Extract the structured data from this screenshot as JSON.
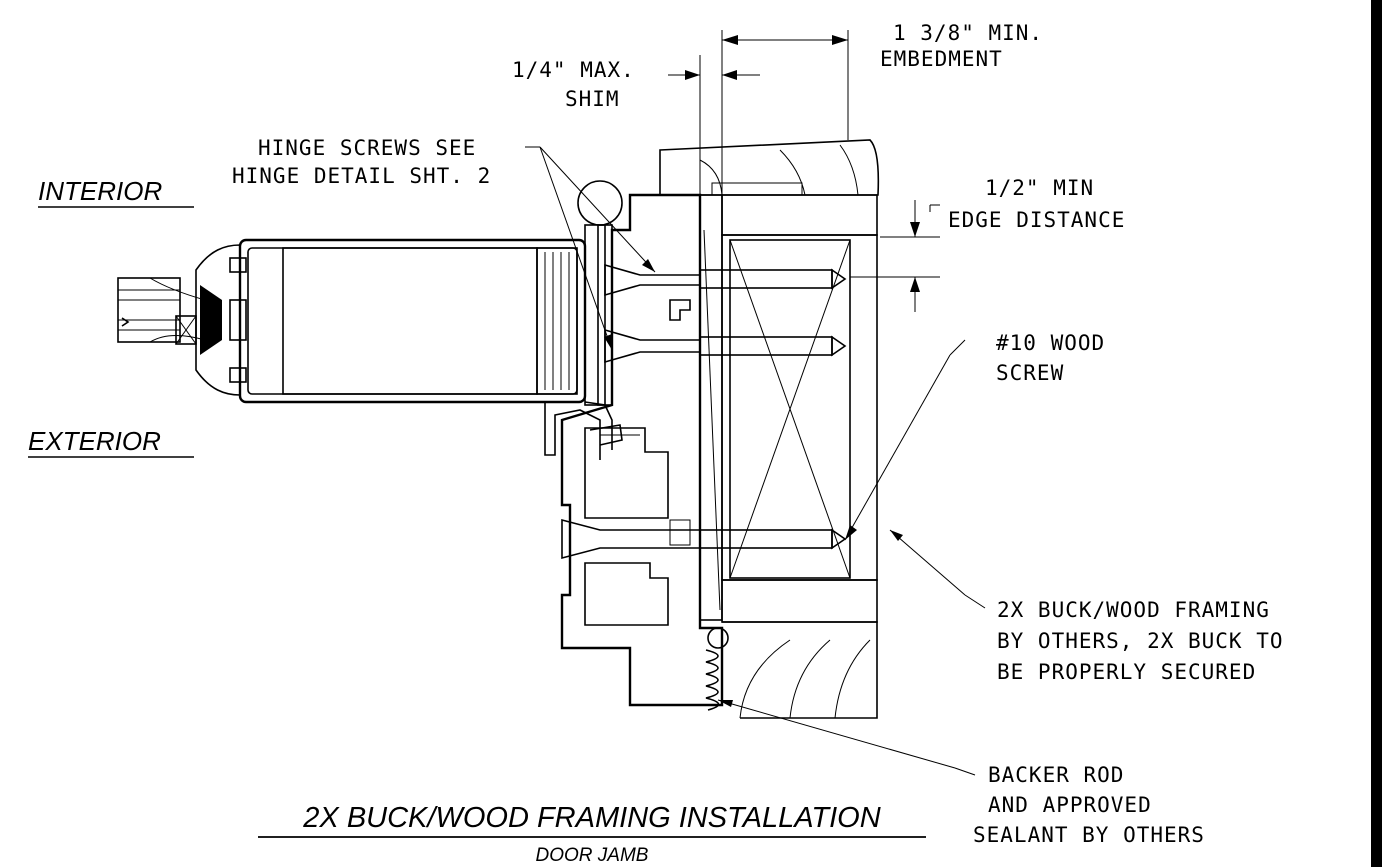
{
  "labels": {
    "interior": "INTERIOR",
    "exterior": "EXTERIOR",
    "shim_line1": "1/4\" MAX.",
    "shim_line2": "SHIM",
    "embed_line1": "1 3/8\" MIN.",
    "embed_line2": "EMBEDMENT",
    "hinge_line1": "HINGE SCREWS SEE",
    "hinge_line2": "HINGE DETAIL SHT. 2",
    "edge_line1": "1/2\" MIN",
    "edge_line2": "EDGE DISTANCE",
    "screw_line1": "#10 WOOD",
    "screw_line2": "SCREW",
    "buck_line1": "2X BUCK/WOOD FRAMING",
    "buck_line2": "BY OTHERS, 2X BUCK TO",
    "buck_line3": "BE PROPERLY SECURED",
    "backer_line1": "BACKER ROD",
    "backer_line2": "AND APPROVED",
    "backer_line3": "SEALANT BY OTHERS"
  },
  "title": {
    "main": "2X BUCK/WOOD FRAMING INSTALLATION",
    "sub": "DOOR JAMB"
  }
}
